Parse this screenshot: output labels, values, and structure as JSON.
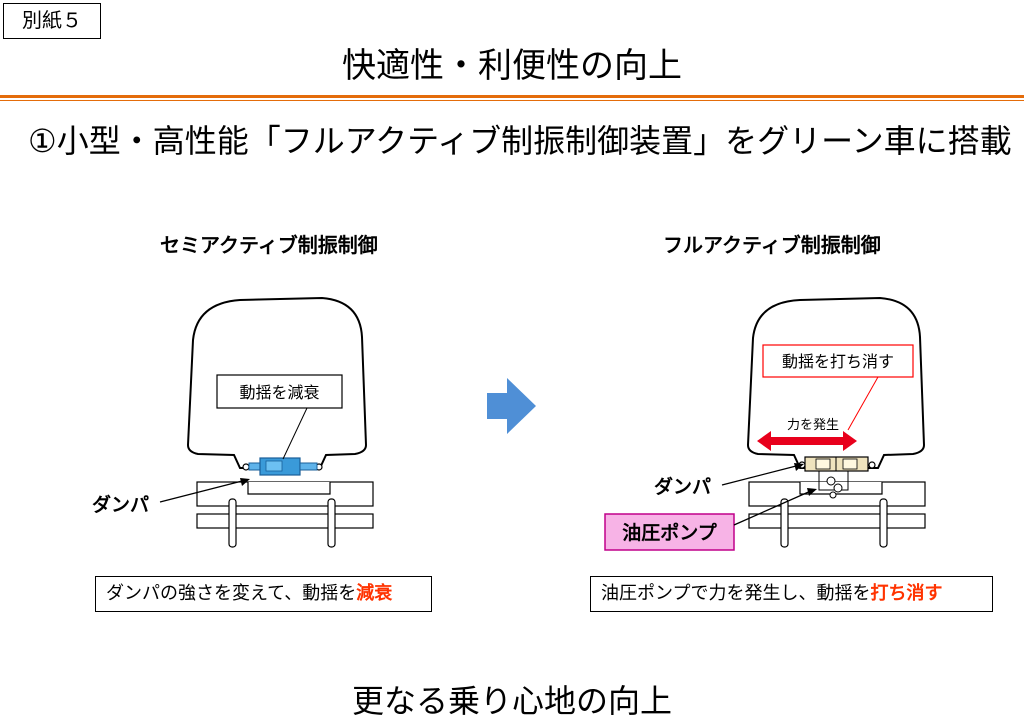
{
  "tag": "別紙５",
  "title": "快適性・利便性の向上",
  "subtitle": "①小型・高性能「フルアクティブ制振制御装置」をグリーン車に搭載",
  "left": {
    "heading": "セミアクティブ制振制御",
    "callout": "動揺を減衰",
    "damper_label": "ダンパ",
    "caption_prefix": "ダンパの強さを変えて、動揺を",
    "caption_highlight": "減衰"
  },
  "right": {
    "heading": "フルアクティブ制振制御",
    "callout": "動揺を打ち消す",
    "force_label": "力を発生",
    "damper_label": "ダンパ",
    "pump_label": "油圧ポンプ",
    "caption_prefix": "油圧ポンプで力を発生し、動揺を",
    "caption_highlight": "打ち消す"
  },
  "footer": "更なる乗り心地の向上",
  "colors": {
    "accent_rule": "#e46c0a",
    "damper_blue": "#3a9ad9",
    "arrow_blue": "#4f8fd6",
    "highlight_red": "#ff3300",
    "force_arrow": "#e8001c",
    "callout_line_red": "#ff0000",
    "pump_box": "#f7b3e6",
    "pump_border": "#c0008a",
    "actuator_fill": "#efe3bd"
  }
}
